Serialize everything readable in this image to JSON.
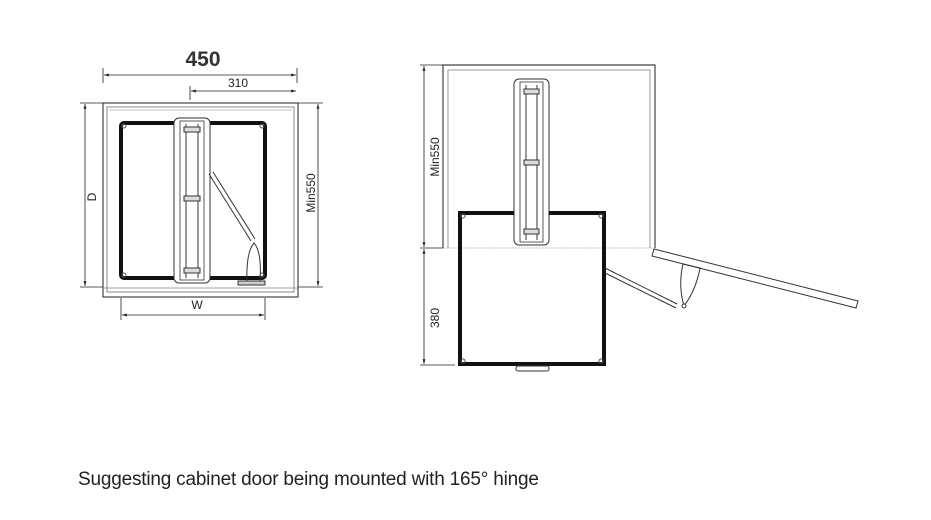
{
  "left_view": {
    "width_total": "450",
    "width_offset": "310",
    "depth_label": "D",
    "min_depth": "Min550",
    "inner_width": "W"
  },
  "right_view": {
    "min_depth": "Min550",
    "pullout_depth": "380"
  },
  "caption": "Suggesting cabinet door being mounted with 165° hinge",
  "colors": {
    "line": "#222222",
    "cabinet": "#555555"
  }
}
